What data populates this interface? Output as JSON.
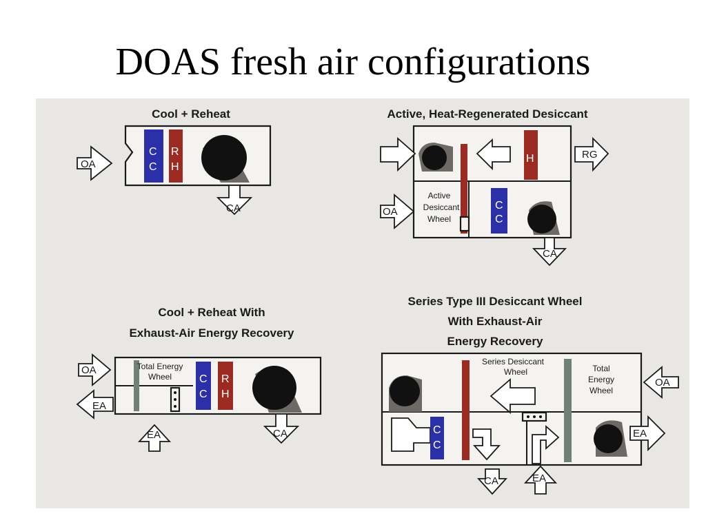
{
  "title": "DOAS fresh air configurations",
  "panels": {
    "p1": {
      "title": "Cool + Reheat",
      "oa": "OA",
      "cc": [
        "C",
        "C"
      ],
      "rh": [
        "R",
        "H"
      ],
      "ca": "CA"
    },
    "p2": {
      "title": "Active, Heat-Regenerated Desiccant",
      "h": "H",
      "rg": "RG",
      "oa": "OA",
      "wheel": [
        "Active",
        "Desiccant",
        "Wheel"
      ],
      "cc": [
        "C",
        "C"
      ],
      "ca": "CA"
    },
    "p3": {
      "title": [
        "Cool + Reheat With",
        "Exhaust-Air Energy Recovery"
      ],
      "oa": "OA",
      "ea": "EA",
      "wheel": [
        "Total Energy",
        "Wheel"
      ],
      "cc": [
        "C",
        "C"
      ],
      "rh": [
        "R",
        "H"
      ],
      "ea_bottom": "EA",
      "ca": "CA"
    },
    "p4": {
      "title": [
        "Series Type III Desiccant Wheel",
        "With Exhaust-Air",
        "Energy Recovery"
      ],
      "series": [
        "Series Desiccant",
        "Wheel"
      ],
      "total": [
        "Total",
        "Energy",
        "Wheel"
      ],
      "oa": "OA",
      "cc": [
        "C",
        "C"
      ],
      "ea_right": "EA",
      "ca": "CA",
      "ea_bottom": "EA"
    }
  }
}
